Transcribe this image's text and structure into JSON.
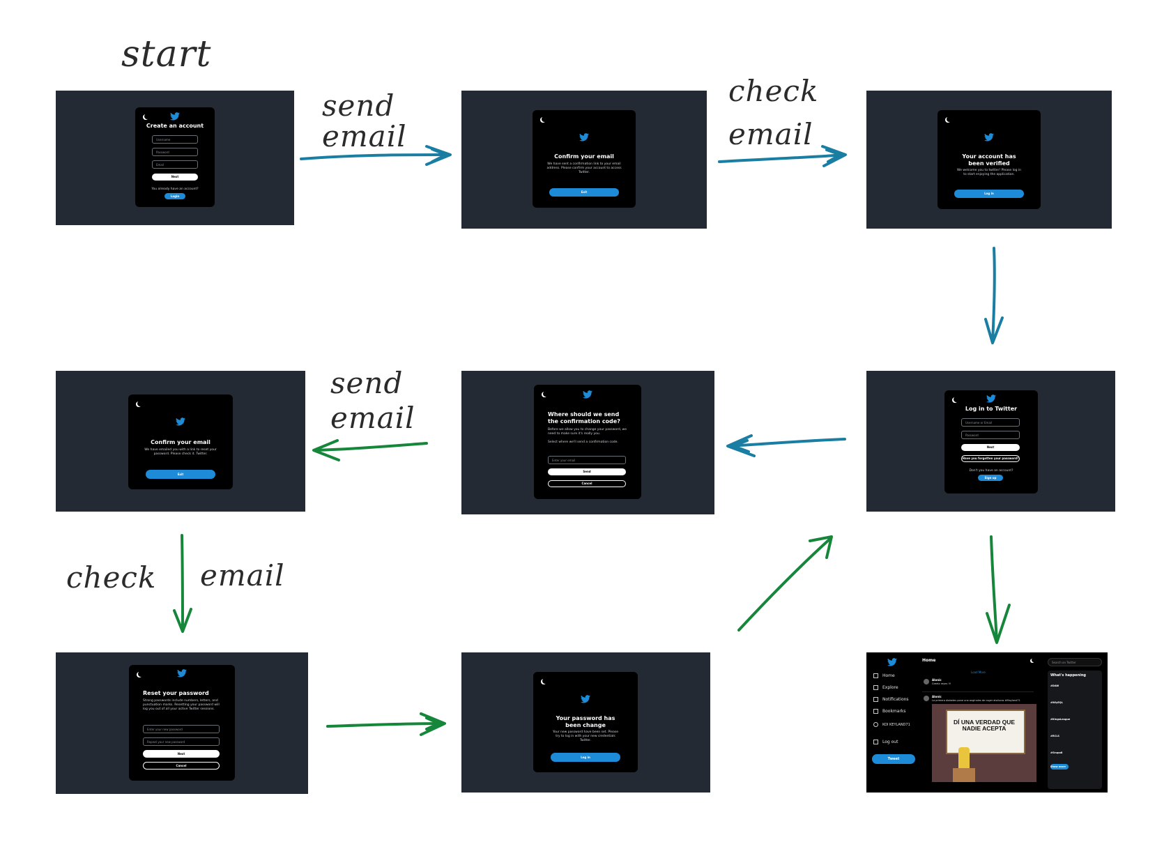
{
  "annotations": {
    "start": "start",
    "send_email_1": "send email",
    "check_email_1": "check email",
    "send_email_2": "send email",
    "check_email_2": "check",
    "check_email_2b": "email"
  },
  "screens": {
    "create_account": {
      "title": "Create an account",
      "username": "Username",
      "password": "Password",
      "email": "Email",
      "next": "Next",
      "already": "You already have an account?",
      "login": "Login"
    },
    "confirm_email_signup": {
      "title": "Confirm your email",
      "text": "We have sent a confirmation link to your email address. Please confirm your account to access Twitter.",
      "exit": "Exit"
    },
    "account_verified": {
      "title": "Your account has been verified",
      "text": "We welcome you to twitter! Please log in to start enjoying the application.",
      "login": "Log in"
    },
    "login": {
      "title": "Log in to Twitter",
      "username": "Username or Email",
      "password": "Password",
      "next": "Next",
      "forgot": "Have you forgotten your password?",
      "no_account": "Don't you have an account?",
      "signup": "Sign up"
    },
    "where_send_code": {
      "title": "Where should we send the confirmation code?",
      "text": "Before we allow you to change your password, we need to make sure it's really you.",
      "select": "Select where we'll send a confirmation code.",
      "email": "Enter your email",
      "send": "Send",
      "cancel": "Cancel"
    },
    "confirm_email_reset": {
      "title": "Confirm your email",
      "text": "We have emailed you with a link to reset your password. Please check it. Twitter.",
      "exit": "Exit"
    },
    "reset_password": {
      "title": "Reset your password",
      "text": "Strong passwords include numbers, letters, and punctuation marks. Resetting your password will log you out of all your active Twitter sessions.",
      "new_pass": "Enter your new password",
      "repeat_pass": "Repeat your new password",
      "next": "Next",
      "cancel": "Cancel"
    },
    "password_changed": {
      "title": "Your password has been change",
      "text": "Your new password have been set. Please try to log in with your new credentials Twitter.",
      "login": "Log in"
    },
    "home": {
      "header": "Home",
      "nav": [
        "Home",
        "Explore",
        "Notifications",
        "Bookmarks",
        "KOI KEYLAND71",
        "Log out"
      ],
      "tweet_button": "Tweet",
      "load_more": "Load More",
      "search": "Search on Twitter",
      "trends_title": "What's happening",
      "trends": [
        "#DAW",
        "#WiyEQL",
        "#KingsLeague",
        "#RCLS",
        "#Grupo8"
      ],
      "show_more": "Show more",
      "tweet_author": "Alonic",
      "tweet_text_1": "Greetz reyes !!!",
      "tweet_text_2": "La primera diabetes pone una anginales de coger atolluras #Mayland71",
      "meme_text": "DÍ UNA VERDAD QUE NADIE ACEPTA"
    }
  },
  "colors": {
    "screen_bg": "#232a33",
    "modal_bg": "#000000",
    "twitter_blue": "#1d8bd8",
    "arrow_blue": "#1a7ea3",
    "arrow_green": "#16873a"
  }
}
